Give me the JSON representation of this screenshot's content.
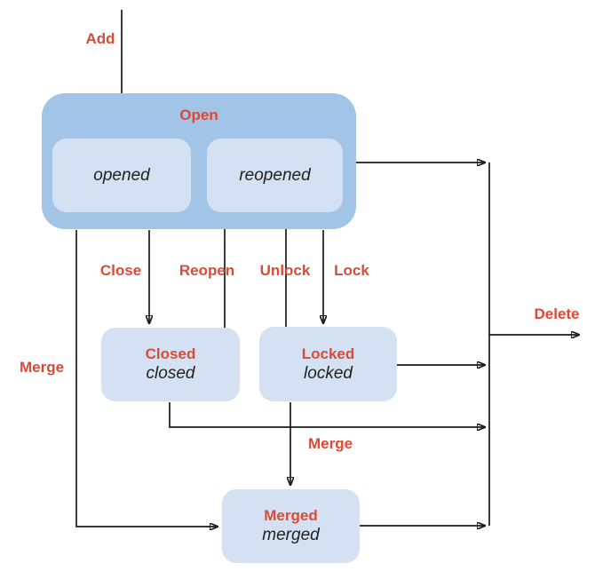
{
  "colors": {
    "background": "#ffffff",
    "group_fill": "#a1c4e7",
    "state_fill": "#d3e1f2",
    "label_red": "#db4a35",
    "state_name_text": "#212121",
    "arrow": "#1a1a1a"
  },
  "states": {
    "open": {
      "title": "Open",
      "substates": [
        "opened",
        "reopened"
      ]
    },
    "opened": {
      "name": "opened"
    },
    "reopened": {
      "name": "reopened"
    },
    "closed": {
      "title": "Closed",
      "name": "closed"
    },
    "locked": {
      "title": "Locked",
      "name": "locked"
    },
    "merged": {
      "title": "Merged",
      "name": "merged"
    }
  },
  "transitions": {
    "add": {
      "label": "Add",
      "from": "start",
      "to": "opened"
    },
    "close": {
      "label": "Close",
      "from": "open",
      "to": "closed"
    },
    "reopen": {
      "label": "Reopen",
      "from": "closed",
      "to": "reopened"
    },
    "unlock": {
      "label": "Unlock",
      "from": "locked",
      "to": "reopened"
    },
    "lock": {
      "label": "Lock",
      "from": "open",
      "to": "locked"
    },
    "merge_from_open": {
      "label": "Merge",
      "from": "open",
      "to": "merged"
    },
    "merge_from_locked": {
      "label": "Merge",
      "from": "locked",
      "to": "merged"
    },
    "delete": {
      "label": "Delete",
      "from": "open / closed / locked / merged",
      "to": "deleted"
    }
  }
}
